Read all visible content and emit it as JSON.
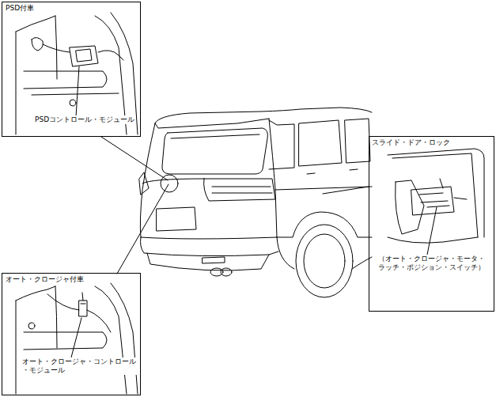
{
  "diagram": {
    "nodes": [
      {
        "text": [
          "PSD付車",
          "PSDコントロール・モジュール"
        ]
      },
      {
        "text": [
          "スライド・ドア・ロック",
          "（オート・クロージャ・モータ・ラッチ・ポジション・スイッチ）"
        ]
      },
      {
        "text": [
          "オート・クロージャ付車",
          "オート・クロージャ・コントロール・モジュール"
        ]
      }
    ]
  }
}
